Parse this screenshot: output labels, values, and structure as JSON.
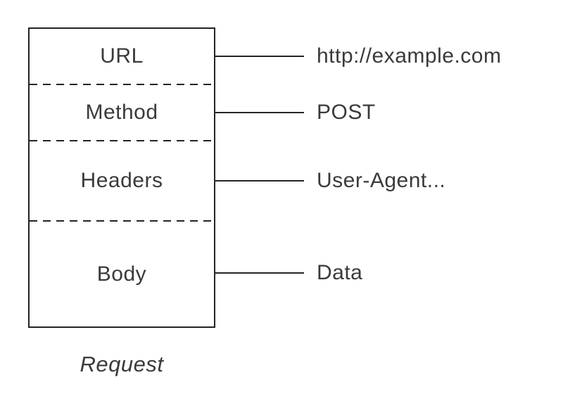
{
  "diagram": {
    "caption": "Request",
    "rows": [
      {
        "label": "URL",
        "value": "http://example.com"
      },
      {
        "label": "Method",
        "value": "POST"
      },
      {
        "label": "Headers",
        "value": "User-Agent..."
      },
      {
        "label": "Body",
        "value": "Data"
      }
    ],
    "colors": {
      "stroke": "#242424",
      "text": "#3a3a3a",
      "background": "#ffffff"
    }
  }
}
